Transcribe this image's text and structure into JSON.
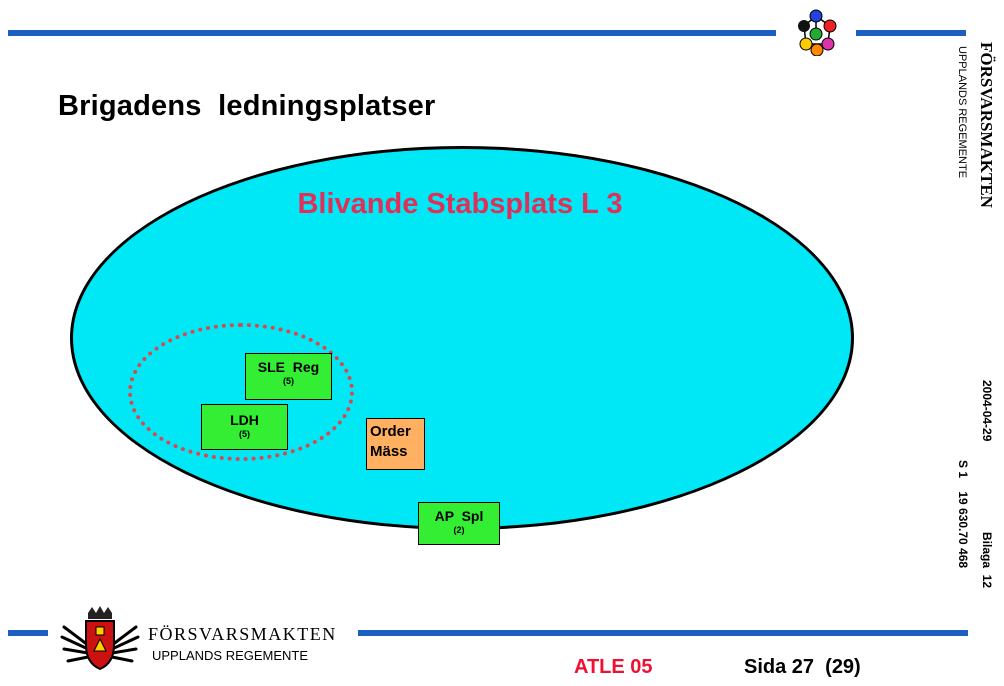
{
  "header": {
    "title": "Brigadens  ledningsplatser"
  },
  "diagram": {
    "main_label": "Blivande Stabsplats L 3",
    "boxes": {
      "sle_reg": {
        "name": "SLE  Reg",
        "count": "(5)"
      },
      "ldh": {
        "name": "LDH",
        "count": "(5)"
      },
      "order_mass": {
        "line1": "Order",
        "line2": "Mäss"
      },
      "ap_spl": {
        "name": "AP  Spl",
        "count": "(2)"
      }
    }
  },
  "side": {
    "org": "FÖRSVARSMAKTEN",
    "unit": "UPPLANDS REGEMENTE",
    "date": "2004-04-29",
    "ref": "S 1    19 630.70 468",
    "bilaga": "Bilaga  12"
  },
  "footer": {
    "org": "FÖRSVARSMAKTEN",
    "unit": "UPPLANDS REGEMENTE",
    "code": "ATLE 05",
    "page": "Sida 27  (29)"
  },
  "colors": {
    "rule": "#1c5fc0",
    "ellipse_fill": "#00e7f5",
    "main_label": "#e0305a",
    "dotted_ring": "#d84850",
    "green_box": "#33ee33",
    "orange_box": "#ffb060",
    "footer_code": "#ee1133"
  },
  "icons": {
    "top_logo": "colored-dots-logo-icon",
    "footer_logo": "crowned-shield-crest-icon"
  }
}
